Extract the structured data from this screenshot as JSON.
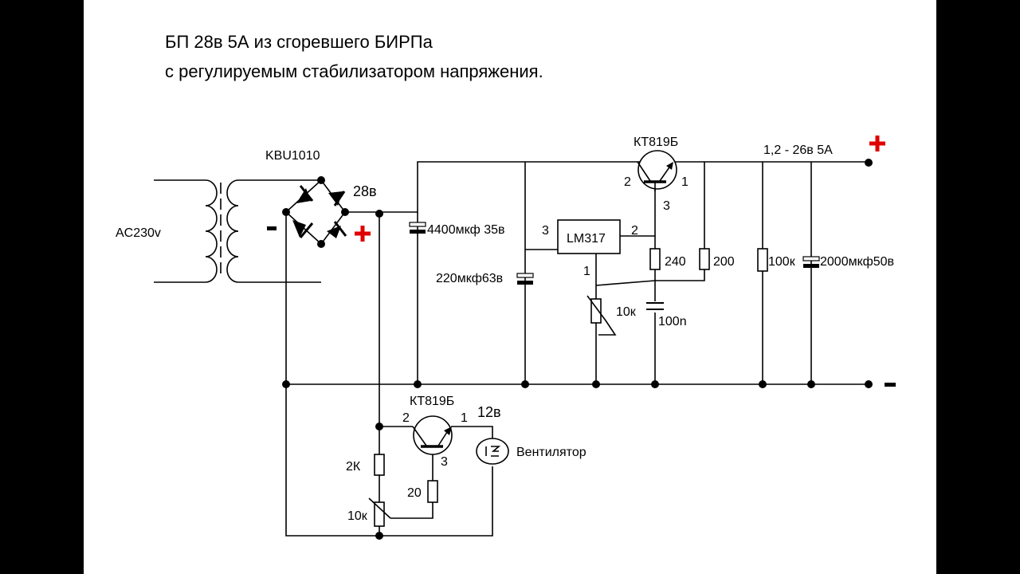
{
  "title": {
    "line1": "БП 28в 5А из сгоревшего БИРПа",
    "line2": "с регулируемым стабилизатором напряжения."
  },
  "colors": {
    "background": "#ffffff",
    "letterbox": "#000000",
    "wire": "#000000",
    "polarity_plus": "#e00000"
  },
  "input": {
    "label": "AC230v"
  },
  "bridge": {
    "part": "KBU1010",
    "output_voltage": "28в",
    "minus_sign": "-",
    "plus_sign": "+"
  },
  "filter_caps": {
    "c1": "4400мкф 35в",
    "c2": "220мкф63в"
  },
  "regulator": {
    "part": "LM317",
    "pin_in": "3",
    "pin_out": "2",
    "pin_adj": "1"
  },
  "pass_transistor": {
    "part": "КТ819Б",
    "pin_collector": "2",
    "pin_emitter": "1",
    "pin_base": "3"
  },
  "adjust_network": {
    "r1": "240",
    "r2": "200",
    "pot": "10к",
    "cap": "100n"
  },
  "output": {
    "voltage_label": "1,2 - 26в 5А",
    "plus_sign": "+",
    "minus_sign": "-",
    "bleeder": "100к",
    "cap": "2000мкф50в"
  },
  "fan_circuit": {
    "transistor": "КТ819Б",
    "pin_collector": "2",
    "pin_emitter": "1",
    "pin_base": "3",
    "fan_voltage": "12в",
    "fan_label": "Вентилятор",
    "r_top": "2К",
    "pot": "10к",
    "r_base": "20"
  }
}
